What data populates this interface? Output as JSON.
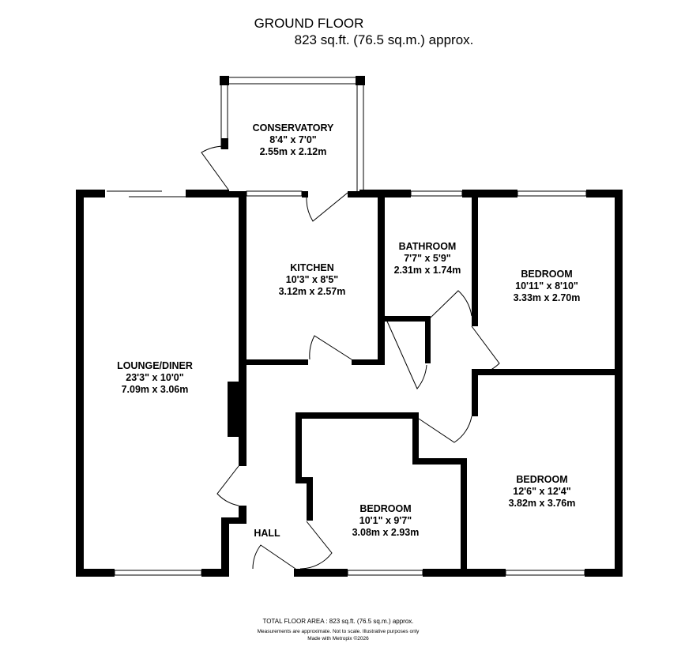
{
  "header": {
    "title": "GROUND FLOOR",
    "area": "823 sq.ft. (76.5 sq.m.) approx."
  },
  "rooms": {
    "conservatory": {
      "name": "CONSERVATORY",
      "imperial": "8'4\"  x 7'0\"",
      "metric": "2.55m  x 2.12m"
    },
    "kitchen": {
      "name": "KITCHEN",
      "imperial": "10'3\"  x 8'5\"",
      "metric": "3.12m  x 2.57m"
    },
    "bathroom": {
      "name": "BATHROOM",
      "imperial": "7'7\"  x 5'9\"",
      "metric": "2.31m  x 1.74m"
    },
    "bedroom1": {
      "name": "BEDROOM",
      "imperial": "10'11\"  x 8'10\"",
      "metric": "3.33m  x 2.70m"
    },
    "lounge": {
      "name": "LOUNGE/DINER",
      "imperial": "23'3\"  x 10'0\"",
      "metric": "7.09m  x 3.06m"
    },
    "bedroom2": {
      "name": "BEDROOM",
      "imperial": "12'6\"  x 12'4\"",
      "metric": "3.82m  x 3.76m"
    },
    "bedroom3": {
      "name": "BEDROOM",
      "imperial": "10'1\"  x 9'7\"",
      "metric": "3.08m  x 2.93m"
    },
    "hall": {
      "name": "HALL"
    }
  },
  "footer": {
    "total": "TOTAL FLOOR AREA : 823 sq.ft. (76.5 sq.m.) approx.",
    "disclaimer": "Measurements are approximate.  Not to scale.  Illustrative purposes only",
    "credit": "Made with Metropix ©2026"
  }
}
